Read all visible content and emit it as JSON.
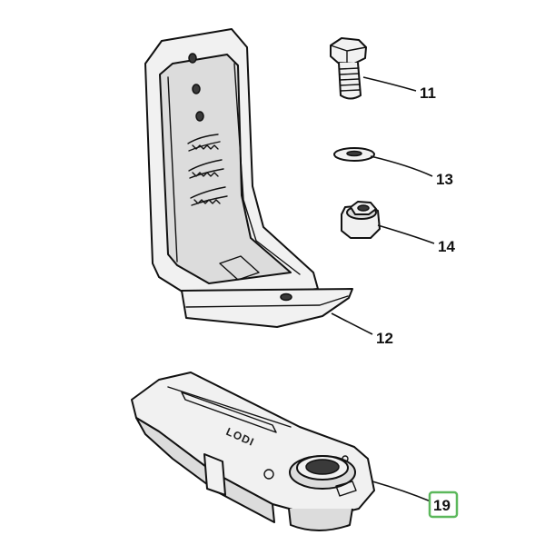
{
  "callouts": [
    {
      "id": "11",
      "label": "11"
    },
    {
      "id": "12",
      "label": "12"
    },
    {
      "id": "13",
      "label": "13"
    },
    {
      "id": "14",
      "label": "14"
    },
    {
      "id": "19",
      "label": "19",
      "highlighted": true
    }
  ],
  "embossed_text": "LODI",
  "colors": {
    "highlight_box": "#5cb85c",
    "line": "#111111",
    "face": "#f1f1f1"
  }
}
